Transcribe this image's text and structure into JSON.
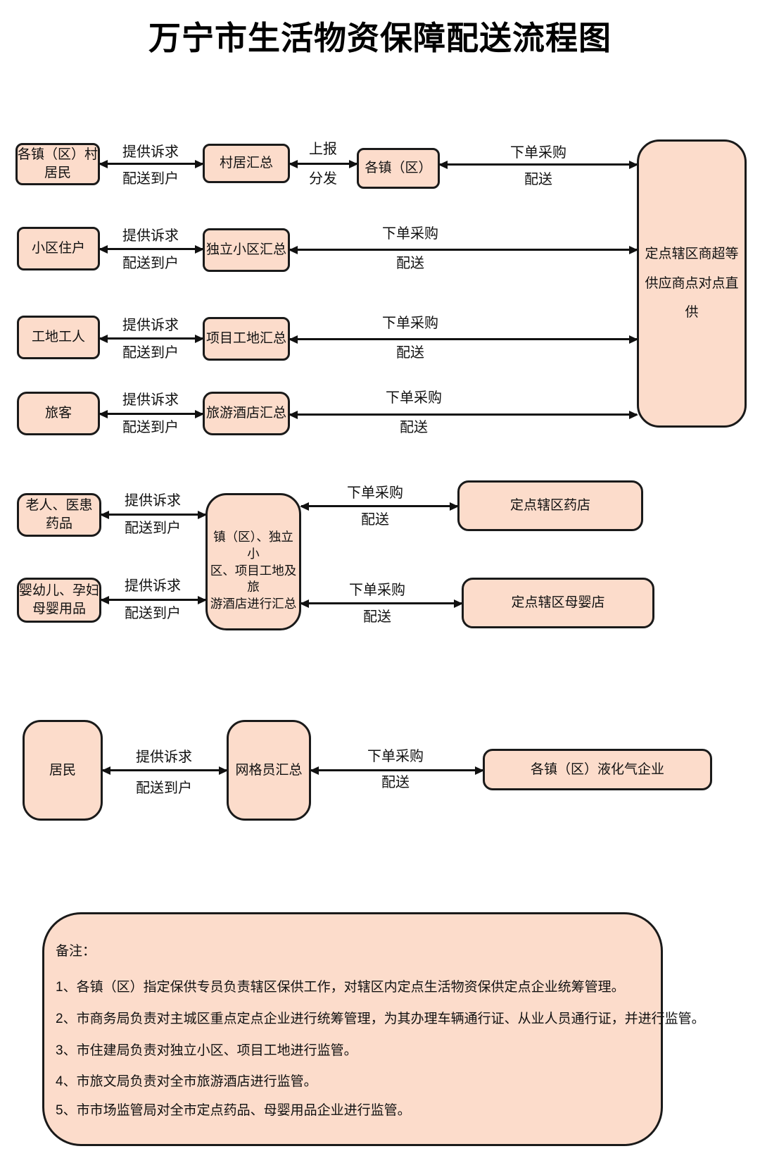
{
  "title": "万宁市生活物资保障配送流程图",
  "colors": {
    "node_fill": "#fcdccb",
    "node_border": "#1a1a1a",
    "arrow": "#111111"
  },
  "nodes": {
    "village_residents": "各镇（区）村\n居民",
    "village_summary": "村居汇总",
    "towns_districts": "各镇（区）",
    "supplier_hub": "定点辖区商超等\n供应商点对点直供",
    "community_residents": "小区住户",
    "community_summary": "独立小区汇总",
    "site_workers": "工地工人",
    "site_summary": "项目工地汇总",
    "tourists": "旅客",
    "hotel_summary": "旅游酒店汇总",
    "elderly_patients_medicine": "老人、医患\n药品",
    "central_summary": "镇（区）、独立小\n区、项目工地及旅\n游酒店进行汇总",
    "pharmacy": "定点辖区药店",
    "infants_pregnant_supplies": "婴幼儿、孕妇\n母婴用品",
    "maternity_store": "定点辖区母婴店",
    "residents": "居民",
    "grid_worker_summary": "网格员汇总",
    "gas_companies": "各镇（区）液化气企业"
  },
  "edge_labels": {
    "provide_demand": "提供诉求",
    "deliver_to_door": "配送到户",
    "report": "上报",
    "distribute": "分发",
    "order_purchase": "下单采购",
    "deliver": "配送"
  },
  "notes": {
    "heading": "备注：",
    "items": [
      "1、各镇（区）指定保供专员负责辖区保供工作，对辖区内定点生活物资保供定点企业统筹管理。",
      "2、市商务局负责对主城区重点定点企业进行统筹管理，为其办理车辆通行证、从业人员通行证，并进行监管。",
      "3、市住建局负责对独立小区、项目工地进行监管。",
      "4、市旅文局负责对全市旅游酒店进行监管。",
      "5、市市场监管局对全市定点药品、母婴用品企业进行监管。"
    ]
  }
}
